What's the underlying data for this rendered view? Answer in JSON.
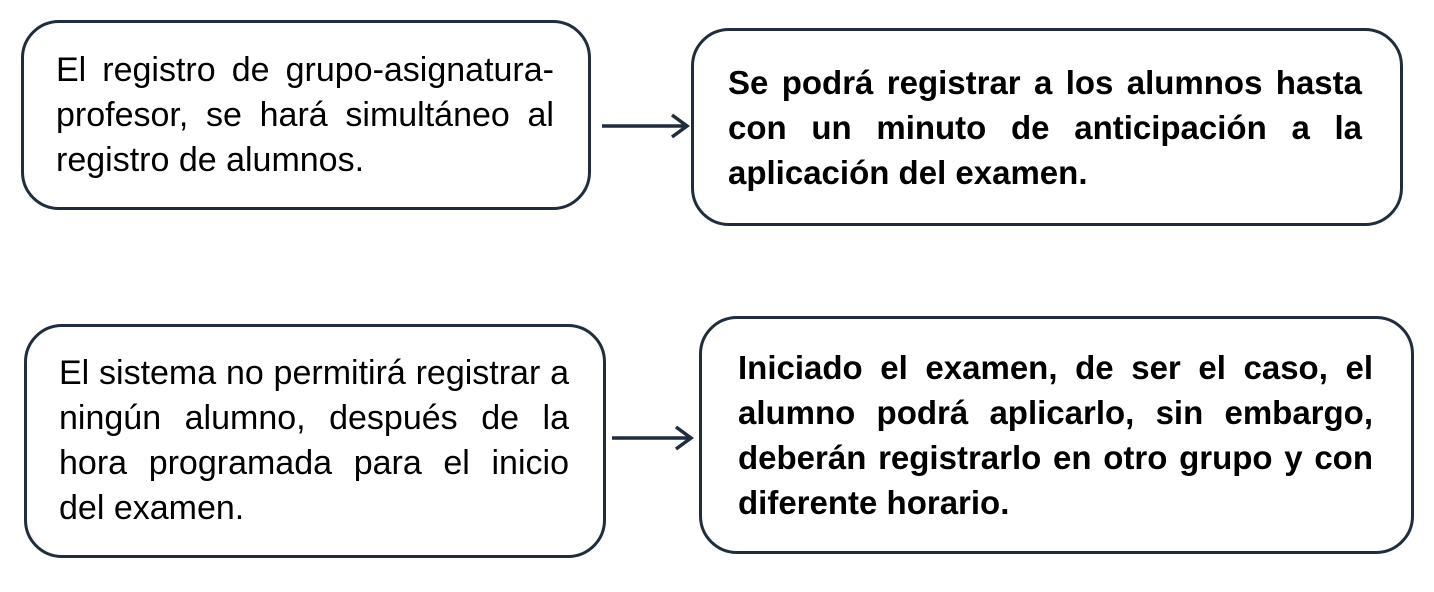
{
  "colors": {
    "border": "#1f2d3d",
    "arrow": "#1f2d3d",
    "text": "#000000"
  },
  "boxes": [
    {
      "text": "El registro de grupo-asignatura-profesor, se hará simultáneo al registro de alumnos."
    },
    {
      "text": "Se podrá registrar a los alumnos hasta con un minuto de anticipación a la aplicación del examen."
    },
    {
      "text": "El sistema no permitirá registrar a ningún alumno, después de la hora programada para el inicio del examen."
    },
    {
      "text": "Iniciado el examen, de ser el caso, el alumno  podrá aplicarlo, sin embargo, deberán registrarlo en otro grupo y con diferente horario."
    }
  ],
  "arrows": [
    {
      "from": "box-1",
      "to": "box-2",
      "icon": "right-arrow-icon"
    },
    {
      "from": "box-3",
      "to": "box-4",
      "icon": "right-arrow-icon"
    }
  ]
}
